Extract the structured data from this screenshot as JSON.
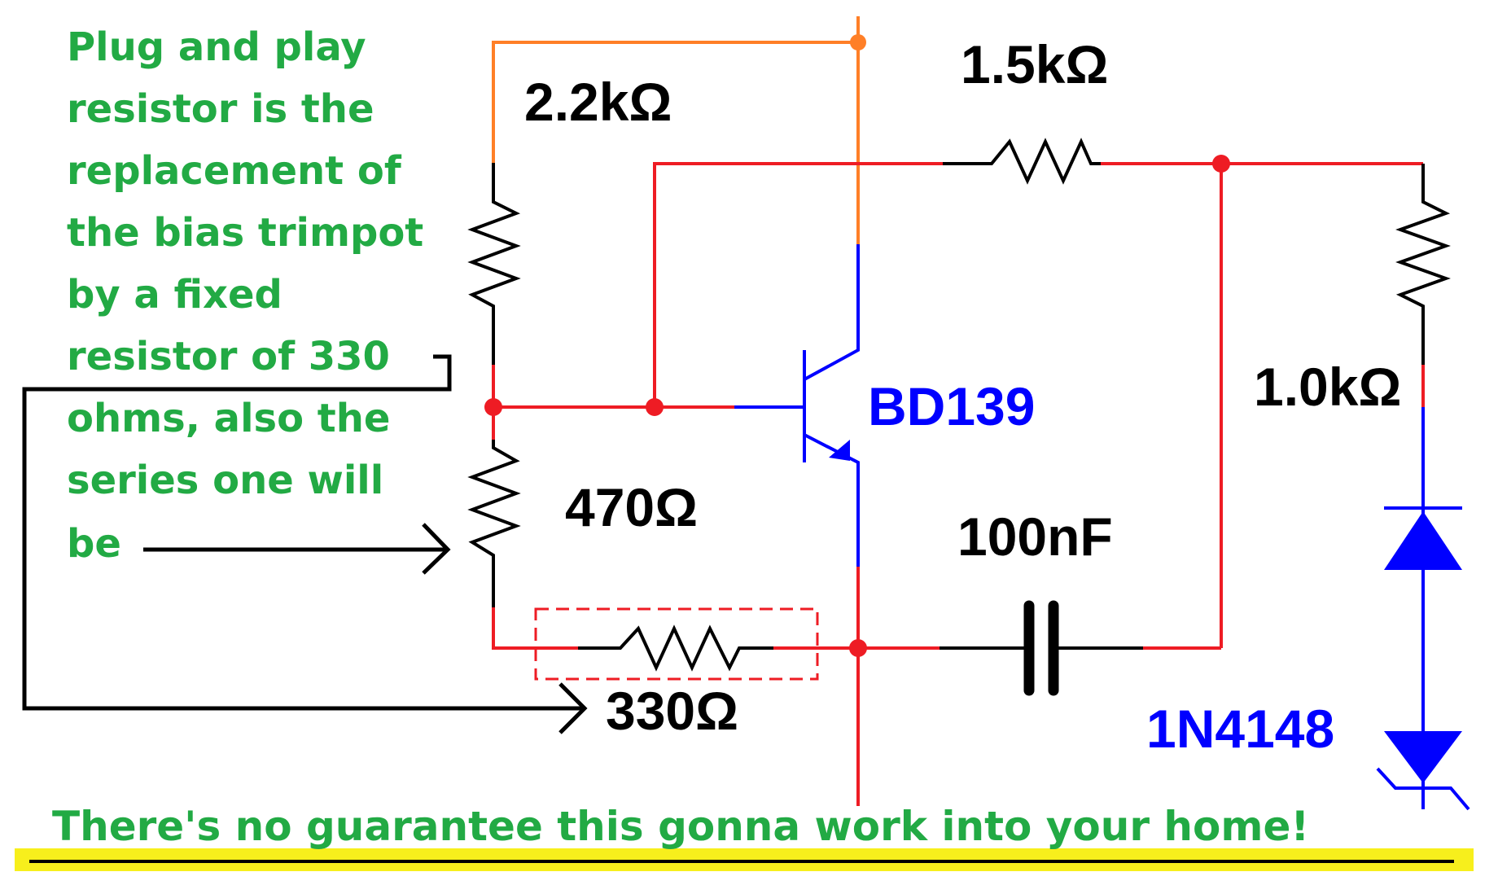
{
  "note": {
    "lines": [
      "Plug and play",
      "resistor is the",
      "replacement of",
      "the bias trimpot",
      "by a fixed",
      "resistor of 330",
      "ohms, also the",
      "series one will",
      "be"
    ]
  },
  "components": {
    "r_top_left": "2.2kΩ",
    "r_top_right": "1.5kΩ",
    "r_right": "1.0kΩ",
    "r_mid": "470Ω",
    "r_bottom": "330Ω",
    "transistor": "BD139",
    "capacitor": "100nF",
    "diode": "1N4148"
  },
  "footer": {
    "warning": "There's no guarantee this gonna work into your home!"
  },
  "colors": {
    "note_text": "#22aa44",
    "wire_red": "#ee1c24",
    "wire_orange": "#ff7f27",
    "wire_blue": "#0000ff",
    "wire_black": "#000000",
    "footer_band": "#f7ef1c"
  }
}
